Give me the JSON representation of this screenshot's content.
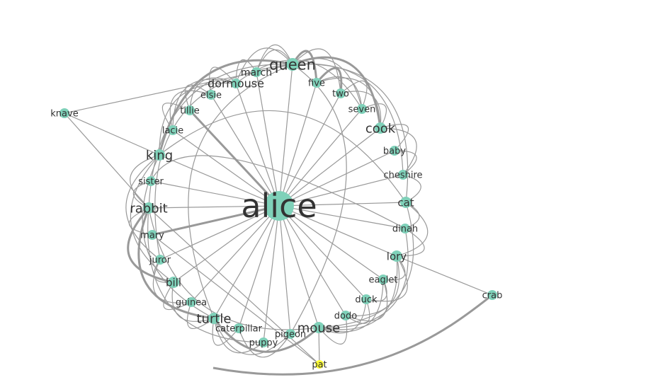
{
  "graph": {
    "center": "alice",
    "node_color": "#7fd1b9",
    "highlight_color": "#ffff33",
    "edge_color": "#999999",
    "nodes": [
      {
        "id": "alice",
        "label": "alice"
      },
      {
        "id": "queen",
        "label": "queen"
      },
      {
        "id": "march",
        "label": "march"
      },
      {
        "id": "dormouse",
        "label": "dormouse"
      },
      {
        "id": "elsie",
        "label": "elsie"
      },
      {
        "id": "tillie",
        "label": "tillie"
      },
      {
        "id": "lacie",
        "label": "lacie"
      },
      {
        "id": "king",
        "label": "king"
      },
      {
        "id": "sister",
        "label": "sister"
      },
      {
        "id": "rabbit",
        "label": "rabbit"
      },
      {
        "id": "mary",
        "label": "mary"
      },
      {
        "id": "juror",
        "label": "juror"
      },
      {
        "id": "bill",
        "label": "bill"
      },
      {
        "id": "guinea",
        "label": "guinea"
      },
      {
        "id": "turtle",
        "label": "turtle"
      },
      {
        "id": "caterpillar",
        "label": "caterpillar"
      },
      {
        "id": "puppy",
        "label": "puppy"
      },
      {
        "id": "pigeon",
        "label": "pigeon"
      },
      {
        "id": "mouse",
        "label": "mouse"
      },
      {
        "id": "dodo",
        "label": "dodo"
      },
      {
        "id": "duck",
        "label": "duck"
      },
      {
        "id": "eaglet",
        "label": "eaglet"
      },
      {
        "id": "lory",
        "label": "lory"
      },
      {
        "id": "dinah",
        "label": "dinah"
      },
      {
        "id": "cat",
        "label": "cat"
      },
      {
        "id": "cheshire",
        "label": "cheshire"
      },
      {
        "id": "baby",
        "label": "baby"
      },
      {
        "id": "cook",
        "label": "cook"
      },
      {
        "id": "seven",
        "label": "seven"
      },
      {
        "id": "two",
        "label": "two"
      },
      {
        "id": "five",
        "label": "five"
      },
      {
        "id": "knave",
        "label": "knave"
      },
      {
        "id": "crab",
        "label": "crab"
      },
      {
        "id": "pat",
        "label": "pat",
        "highlighted": true
      }
    ],
    "edges": [
      [
        "queen",
        "king"
      ],
      [
        "queen",
        "rabbit"
      ],
      [
        "queen",
        "cook"
      ],
      [
        "queen",
        "five"
      ],
      [
        "queen",
        "two"
      ],
      [
        "queen",
        "seven"
      ],
      [
        "queen",
        "march"
      ],
      [
        "queen",
        "dormouse"
      ],
      [
        "queen",
        "turtle"
      ],
      [
        "queen",
        "cat"
      ],
      [
        "queen",
        "knave"
      ],
      [
        "queen",
        "cheshire"
      ],
      [
        "march",
        "dormouse"
      ],
      [
        "march",
        "queen"
      ],
      [
        "dormouse",
        "elsie"
      ],
      [
        "dormouse",
        "tillie"
      ],
      [
        "dormouse",
        "lacie"
      ],
      [
        "elsie",
        "lacie"
      ],
      [
        "elsie",
        "tillie"
      ],
      [
        "tillie",
        "lacie"
      ],
      [
        "dormouse",
        "king"
      ],
      [
        "dormouse",
        "seven"
      ],
      [
        "king",
        "rabbit"
      ],
      [
        "king",
        "knave"
      ],
      [
        "king",
        "cat"
      ],
      [
        "king",
        "turtle"
      ],
      [
        "king",
        "bill"
      ],
      [
        "king",
        "juror"
      ],
      [
        "rabbit",
        "mary"
      ],
      [
        "rabbit",
        "bill"
      ],
      [
        "rabbit",
        "mouse"
      ],
      [
        "rabbit",
        "sister"
      ],
      [
        "rabbit",
        "pat"
      ],
      [
        "rabbit",
        "turtle"
      ],
      [
        "bill",
        "guinea"
      ],
      [
        "bill",
        "juror"
      ],
      [
        "bill",
        "turtle"
      ],
      [
        "guinea",
        "juror"
      ],
      [
        "guinea",
        "turtle"
      ],
      [
        "turtle",
        "caterpillar"
      ],
      [
        "turtle",
        "mouse"
      ],
      [
        "turtle",
        "puppy"
      ],
      [
        "turtle",
        "pigeon"
      ],
      [
        "caterpillar",
        "pigeon"
      ],
      [
        "mouse",
        "dodo"
      ],
      [
        "mouse",
        "duck"
      ],
      [
        "mouse",
        "eaglet"
      ],
      [
        "mouse",
        "lory"
      ],
      [
        "mouse",
        "dinah"
      ],
      [
        "mouse",
        "cat"
      ],
      [
        "mouse",
        "pat"
      ],
      [
        "dodo",
        "lory"
      ],
      [
        "dodo",
        "duck"
      ],
      [
        "dodo",
        "eaglet"
      ],
      [
        "duck",
        "lory"
      ],
      [
        "duck",
        "eaglet"
      ],
      [
        "eaglet",
        "lory"
      ],
      [
        "lory",
        "crab"
      ],
      [
        "lory",
        "cat"
      ],
      [
        "lory",
        "dinah"
      ],
      [
        "cat",
        "dinah"
      ],
      [
        "cat",
        "cheshire"
      ],
      [
        "cheshire",
        "baby"
      ],
      [
        "cheshire",
        "cook"
      ],
      [
        "baby",
        "cook"
      ],
      [
        "cook",
        "two"
      ],
      [
        "cook",
        "five"
      ],
      [
        "cook",
        "seven"
      ],
      [
        "two",
        "five"
      ],
      [
        "two",
        "seven"
      ],
      [
        "five",
        "seven"
      ],
      [
        "knave",
        "rabbit"
      ],
      [
        "crab",
        "pat"
      ],
      [
        "sister",
        "dinah"
      ],
      [
        "juror",
        "queen"
      ],
      [
        "mary",
        "pat"
      ],
      [
        "pigeon",
        "queen"
      ],
      [
        "puppy",
        "rabbit"
      ]
    ],
    "thick_edges": [
      [
        "alice",
        "mary"
      ],
      [
        "alice",
        "tillie"
      ],
      [
        "queen",
        "cook"
      ],
      [
        "queen",
        "king"
      ],
      [
        "rabbit",
        "turtle"
      ],
      [
        "turtle",
        "mouse"
      ],
      [
        "crab",
        "pat"
      ],
      [
        "queen",
        "five"
      ],
      [
        "five",
        "two"
      ],
      [
        "bill",
        "rabbit"
      ]
    ]
  }
}
